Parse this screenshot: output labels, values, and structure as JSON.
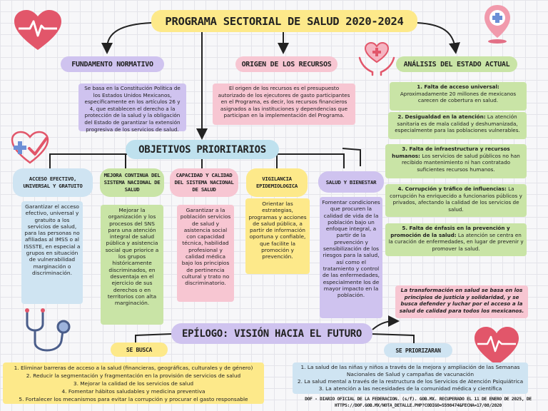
{
  "title": "PROGRAMA SECTORIAL DE SALUD 2020-2024",
  "fundamento": {
    "title": "FUNDAMENTO NORMATIVO",
    "text": "Se basa en la Constitución Política de los Estados Unidos Mexicanos, específicamente en los artículos 26 y 4, que establecen el derecho a la protección de la salud y la obligación del Estado de garantizar la extensión progresiva de los servicios de salud."
  },
  "origen": {
    "title": "ORIGEN DE LOS RECURSOS",
    "text": "El origen de los recursos es el presupuesto autorizado de los ejecutores de gasto participantes en el Programa, es decir, los recursos financieros asignados a las instituciones y dependencias que participan en la implementación del Programa."
  },
  "analisis": {
    "title": "ANÁLISIS DEL ESTADO ACTUAL",
    "items": [
      {
        "label": "1. Falta de acceso universal:",
        "text": " Aproximadamente 20 millones de mexicanos carecen de cobertura en salud."
      },
      {
        "label": "2. Desigualdad en la atención:",
        "text": " La atención sanitaria es de mala calidad y deshumanizada, especialmente para las poblaciones vulnerables."
      },
      {
        "label": "3. Falta de infraestructura y recursos humanos:",
        "text": " Los servicios de salud públicos no han recibido mantenimiento ni han contratado suficientes recursos humanos."
      },
      {
        "label": "4. Corrupción y tráfico de influencias:",
        "text": " La corrupción ha enriquecido a funcionarios públicos y privados, afectando la calidad de los servicios de salud."
      },
      {
        "label": "5. Falta de énfasis en la prevención y promoción de la salud:",
        "text": " La atención se centra en la curación de enfermedades, en lugar de prevenir y promover la salud."
      }
    ]
  },
  "objetivos": {
    "title": "OBJETIVOS PRIORITARIOS",
    "items": [
      {
        "title": "ACCESO EFECTIVO, UNIVERSAL Y GRATUITO",
        "text": "Garantizar el acceso efectivo, universal y gratuito a los servicios de salud, para las personas no afiliadas al IMSS o al ISSSTE, en especial a grupos en situación de vulnerabilidad marginación o discriminación."
      },
      {
        "title": "MEJORA CONTINUA DEL SISTEMA NACIONAL DE SALUD",
        "text": "Mejorar la organización y los procesos del SNS para una atención integral de salud pública y asistencia social que priorice a los grupos históricamente discriminados, en desventaja en el ejercicio de sus derechos o en territorios con alta marginación."
      },
      {
        "title": "CAPACIDAD Y CALIDAD DEL SISTEMA NACIONAL DE SALUD",
        "text": "Garantizar a la población servicios de salud y asistencia social con capacidad técnica, habilidad profesional y calidad médica bajo los principios de pertinencia cultural y trato no discriminatorio."
      },
      {
        "title": "VIGILANCIA EPIDEMIOLOGICA",
        "text": "Orientar las estrategias, programas y acciones de salud pública, a partir de información oportuna y confiable, que facilite la promoción y prevención."
      },
      {
        "title": "SALUD Y BIENESTAR",
        "text": "Fomentar condiciones que procuren la calidad de vida de la población bajo un enfoque integral, a partir de la prevención y sensibilización de los riesgos para la salud, así como el tratamiento y control de las enfermedades, especialmente los de mayor impacto en la población."
      }
    ]
  },
  "quote": "La transformación en salud se basa en los principios de justicia y solidaridad, y se busca defender y luchar por el acceso a la salud de calidad para todos los mexicanos.",
  "epilogo": {
    "title": "EPÍLOGO: VISIÓN HACIA EL FUTURO",
    "busca_title": "SE BUSCA",
    "busca_items": [
      "1. Eliminar barreras de acceso a la salud (financieras, geográficas, culturales y de género)",
      "2. Reducir la segmentación y fragmentación en la provisión de servicios de salud",
      "3. Mejorar la calidad de los servicios de salud",
      "4. Fomentar hábitos saludables y medicina preventiva",
      "5. Fortalecer los mecanismos para evitar la corrupción y procurar el gasto responsable"
    ],
    "prior_title": "SE PRIORIZARAN",
    "prior_items": [
      "1. La salud de las niñas y niños a través de la mejora y ampliación de las Semanas Nacionales de Salud y campañas de vacunación",
      "2. La salud mental a través de la restructura de los Servicios de Atención Psiquiátrica",
      "3. La atención a las necesidades de la comunidad médica y científica"
    ]
  },
  "reference": "DOF - DIARIO OFICIAL DE LA FEDERACION. (s/f). GOB.MX. RECUPERADO EL 11 DE ENERO DE 2025, DE HTTPS://DOF.GOB.MX/NOTA_DETALLE.PHP?CODIGO=5598474&FECHA=17/08/2020",
  "colors": {
    "yellow": "#fde98a",
    "purple": "#cfc3ef",
    "pink": "#f7c6d2",
    "green": "#c9e4a6",
    "blue": "#bfe1ee",
    "heart": "#e2566a"
  },
  "icons": [
    "heart-pulse-icon",
    "location-cross-icon",
    "hands-heart-icon",
    "heart-check-icon",
    "stethoscope-icon",
    "heart-ecg-icon"
  ]
}
